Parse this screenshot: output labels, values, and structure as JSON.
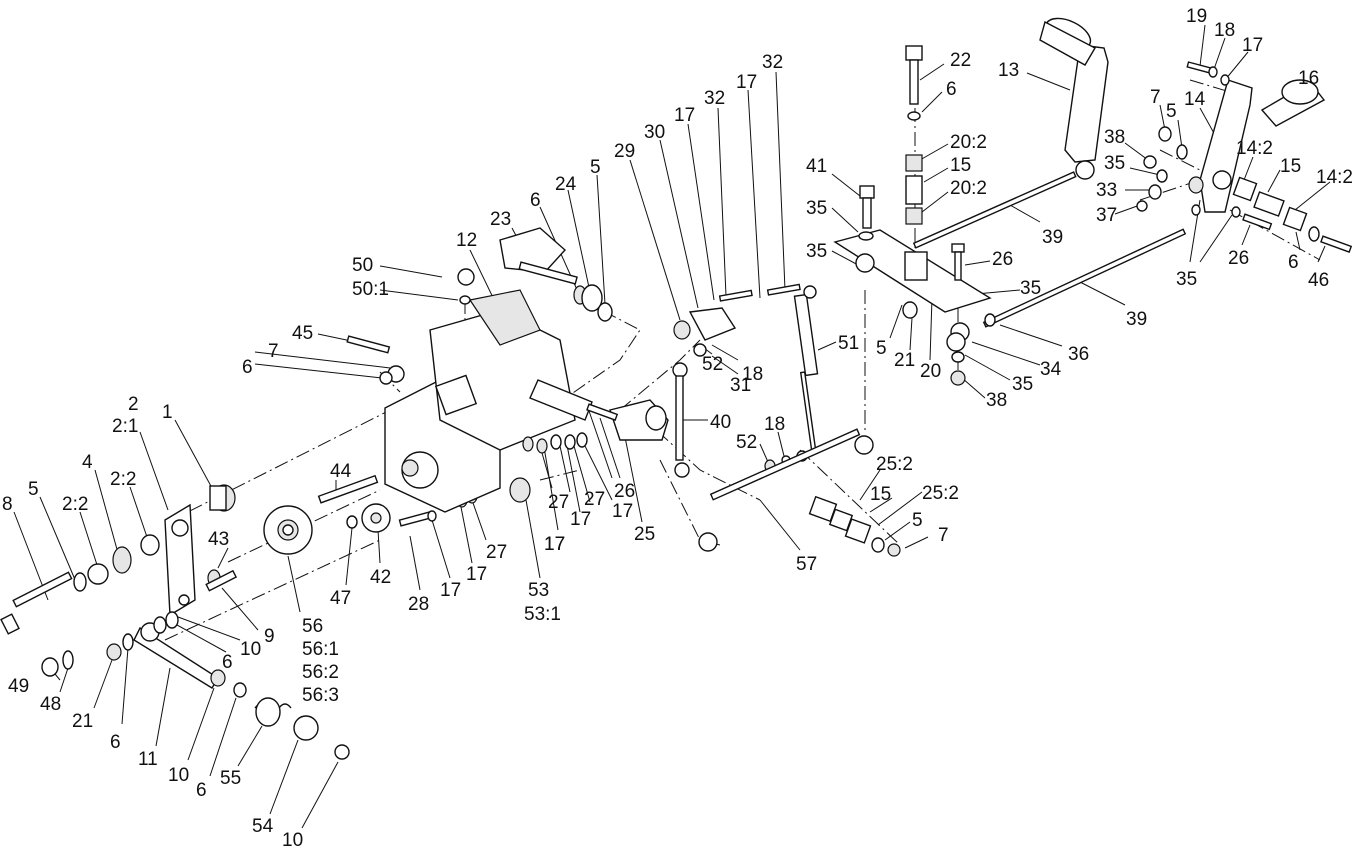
{
  "callouts": [
    {
      "id": "c8",
      "text": "8"
    },
    {
      "id": "c5a",
      "text": "5"
    },
    {
      "id": "c2_2a",
      "text": "2:2"
    },
    {
      "id": "c4",
      "text": "4"
    },
    {
      "id": "c2_2b",
      "text": "2:2"
    },
    {
      "id": "c2",
      "text": "2"
    },
    {
      "id": "c2_1",
      "text": "2:1"
    },
    {
      "id": "c1",
      "text": "1"
    },
    {
      "id": "c6a",
      "text": "6"
    },
    {
      "id": "c7a",
      "text": "7"
    },
    {
      "id": "c45",
      "text": "45"
    },
    {
      "id": "c50",
      "text": "50"
    },
    {
      "id": "c50_1",
      "text": "50:1"
    },
    {
      "id": "c12",
      "text": "12"
    },
    {
      "id": "c23",
      "text": "23"
    },
    {
      "id": "c6b",
      "text": "6"
    },
    {
      "id": "c24",
      "text": "24"
    },
    {
      "id": "c5b",
      "text": "5"
    },
    {
      "id": "c29",
      "text": "29"
    },
    {
      "id": "c30",
      "text": "30"
    },
    {
      "id": "c17a",
      "text": "17"
    },
    {
      "id": "c32a",
      "text": "32"
    },
    {
      "id": "c17b",
      "text": "17"
    },
    {
      "id": "c32b",
      "text": "32"
    },
    {
      "id": "c41",
      "text": "41"
    },
    {
      "id": "c35a",
      "text": "35"
    },
    {
      "id": "c35b",
      "text": "35"
    },
    {
      "id": "c22",
      "text": "22"
    },
    {
      "id": "c6c",
      "text": "6"
    },
    {
      "id": "c20_2a",
      "text": "20:2"
    },
    {
      "id": "c15a",
      "text": "15"
    },
    {
      "id": "c20_2b",
      "text": "20:2"
    },
    {
      "id": "c13",
      "text": "13"
    },
    {
      "id": "c39a",
      "text": "39"
    },
    {
      "id": "c26a",
      "text": "26"
    },
    {
      "id": "c35c",
      "text": "35"
    },
    {
      "id": "c5c",
      "text": "5"
    },
    {
      "id": "c21a",
      "text": "21"
    },
    {
      "id": "c20",
      "text": "20"
    },
    {
      "id": "c19",
      "text": "19"
    },
    {
      "id": "c18a",
      "text": "18"
    },
    {
      "id": "c17c",
      "text": "17"
    },
    {
      "id": "c16",
      "text": "16"
    },
    {
      "id": "c7b",
      "text": "7"
    },
    {
      "id": "c5d",
      "text": "5"
    },
    {
      "id": "c14",
      "text": "14"
    },
    {
      "id": "c38a",
      "text": "38"
    },
    {
      "id": "c35d",
      "text": "35"
    },
    {
      "id": "c14_2a",
      "text": "14:2"
    },
    {
      "id": "c15b",
      "text": "15"
    },
    {
      "id": "c14_2b",
      "text": "14:2"
    },
    {
      "id": "c33",
      "text": "33"
    },
    {
      "id": "c37",
      "text": "37"
    },
    {
      "id": "c35e",
      "text": "35"
    },
    {
      "id": "c26b",
      "text": "26"
    },
    {
      "id": "c6d",
      "text": "6"
    },
    {
      "id": "c46",
      "text": "46"
    },
    {
      "id": "c39b",
      "text": "39"
    },
    {
      "id": "c36",
      "text": "36"
    },
    {
      "id": "c34",
      "text": "34"
    },
    {
      "id": "c35f",
      "text": "35"
    },
    {
      "id": "c38b",
      "text": "38"
    },
    {
      "id": "c51",
      "text": "51"
    },
    {
      "id": "c52a",
      "text": "52"
    },
    {
      "id": "c31",
      "text": "31"
    },
    {
      "id": "c18b",
      "text": "18"
    },
    {
      "id": "c40",
      "text": "40"
    },
    {
      "id": "c52b",
      "text": "52"
    },
    {
      "id": "c18c",
      "text": "18"
    },
    {
      "id": "c26c",
      "text": "26"
    },
    {
      "id": "c27a",
      "text": "27"
    },
    {
      "id": "c27b",
      "text": "27"
    },
    {
      "id": "c17d",
      "text": "17"
    },
    {
      "id": "c17e",
      "text": "17"
    },
    {
      "id": "c17f",
      "text": "17"
    },
    {
      "id": "c25",
      "text": "25"
    },
    {
      "id": "c25_2a",
      "text": "25:2"
    },
    {
      "id": "c15c",
      "text": "15"
    },
    {
      "id": "c25_2b",
      "text": "25:2"
    },
    {
      "id": "c5e",
      "text": "5"
    },
    {
      "id": "c7c",
      "text": "7"
    },
    {
      "id": "c57",
      "text": "57"
    },
    {
      "id": "c44",
      "text": "44"
    },
    {
      "id": "c43",
      "text": "43"
    },
    {
      "id": "c9",
      "text": "9"
    },
    {
      "id": "c10a",
      "text": "10"
    },
    {
      "id": "c6e",
      "text": "6"
    },
    {
      "id": "c56",
      "text": "56"
    },
    {
      "id": "c56_1",
      "text": "56:1"
    },
    {
      "id": "c56_2",
      "text": "56:2"
    },
    {
      "id": "c56_3",
      "text": "56:3"
    },
    {
      "id": "c47",
      "text": "47"
    },
    {
      "id": "c42",
      "text": "42"
    },
    {
      "id": "c28",
      "text": "28"
    },
    {
      "id": "c17g",
      "text": "17"
    },
    {
      "id": "c17h",
      "text": "17"
    },
    {
      "id": "c27c",
      "text": "27"
    },
    {
      "id": "c53",
      "text": "53"
    },
    {
      "id": "c53_1",
      "text": "53:1"
    },
    {
      "id": "c17i",
      "text": "17"
    },
    {
      "id": "c49",
      "text": "49"
    },
    {
      "id": "c48",
      "text": "48"
    },
    {
      "id": "c21b",
      "text": "21"
    },
    {
      "id": "c6f",
      "text": "6"
    },
    {
      "id": "c11",
      "text": "11"
    },
    {
      "id": "c10b",
      "text": "10"
    },
    {
      "id": "c6g",
      "text": "6"
    },
    {
      "id": "c55",
      "text": "55"
    },
    {
      "id": "c54",
      "text": "54"
    },
    {
      "id": "c10c",
      "text": "10"
    }
  ]
}
